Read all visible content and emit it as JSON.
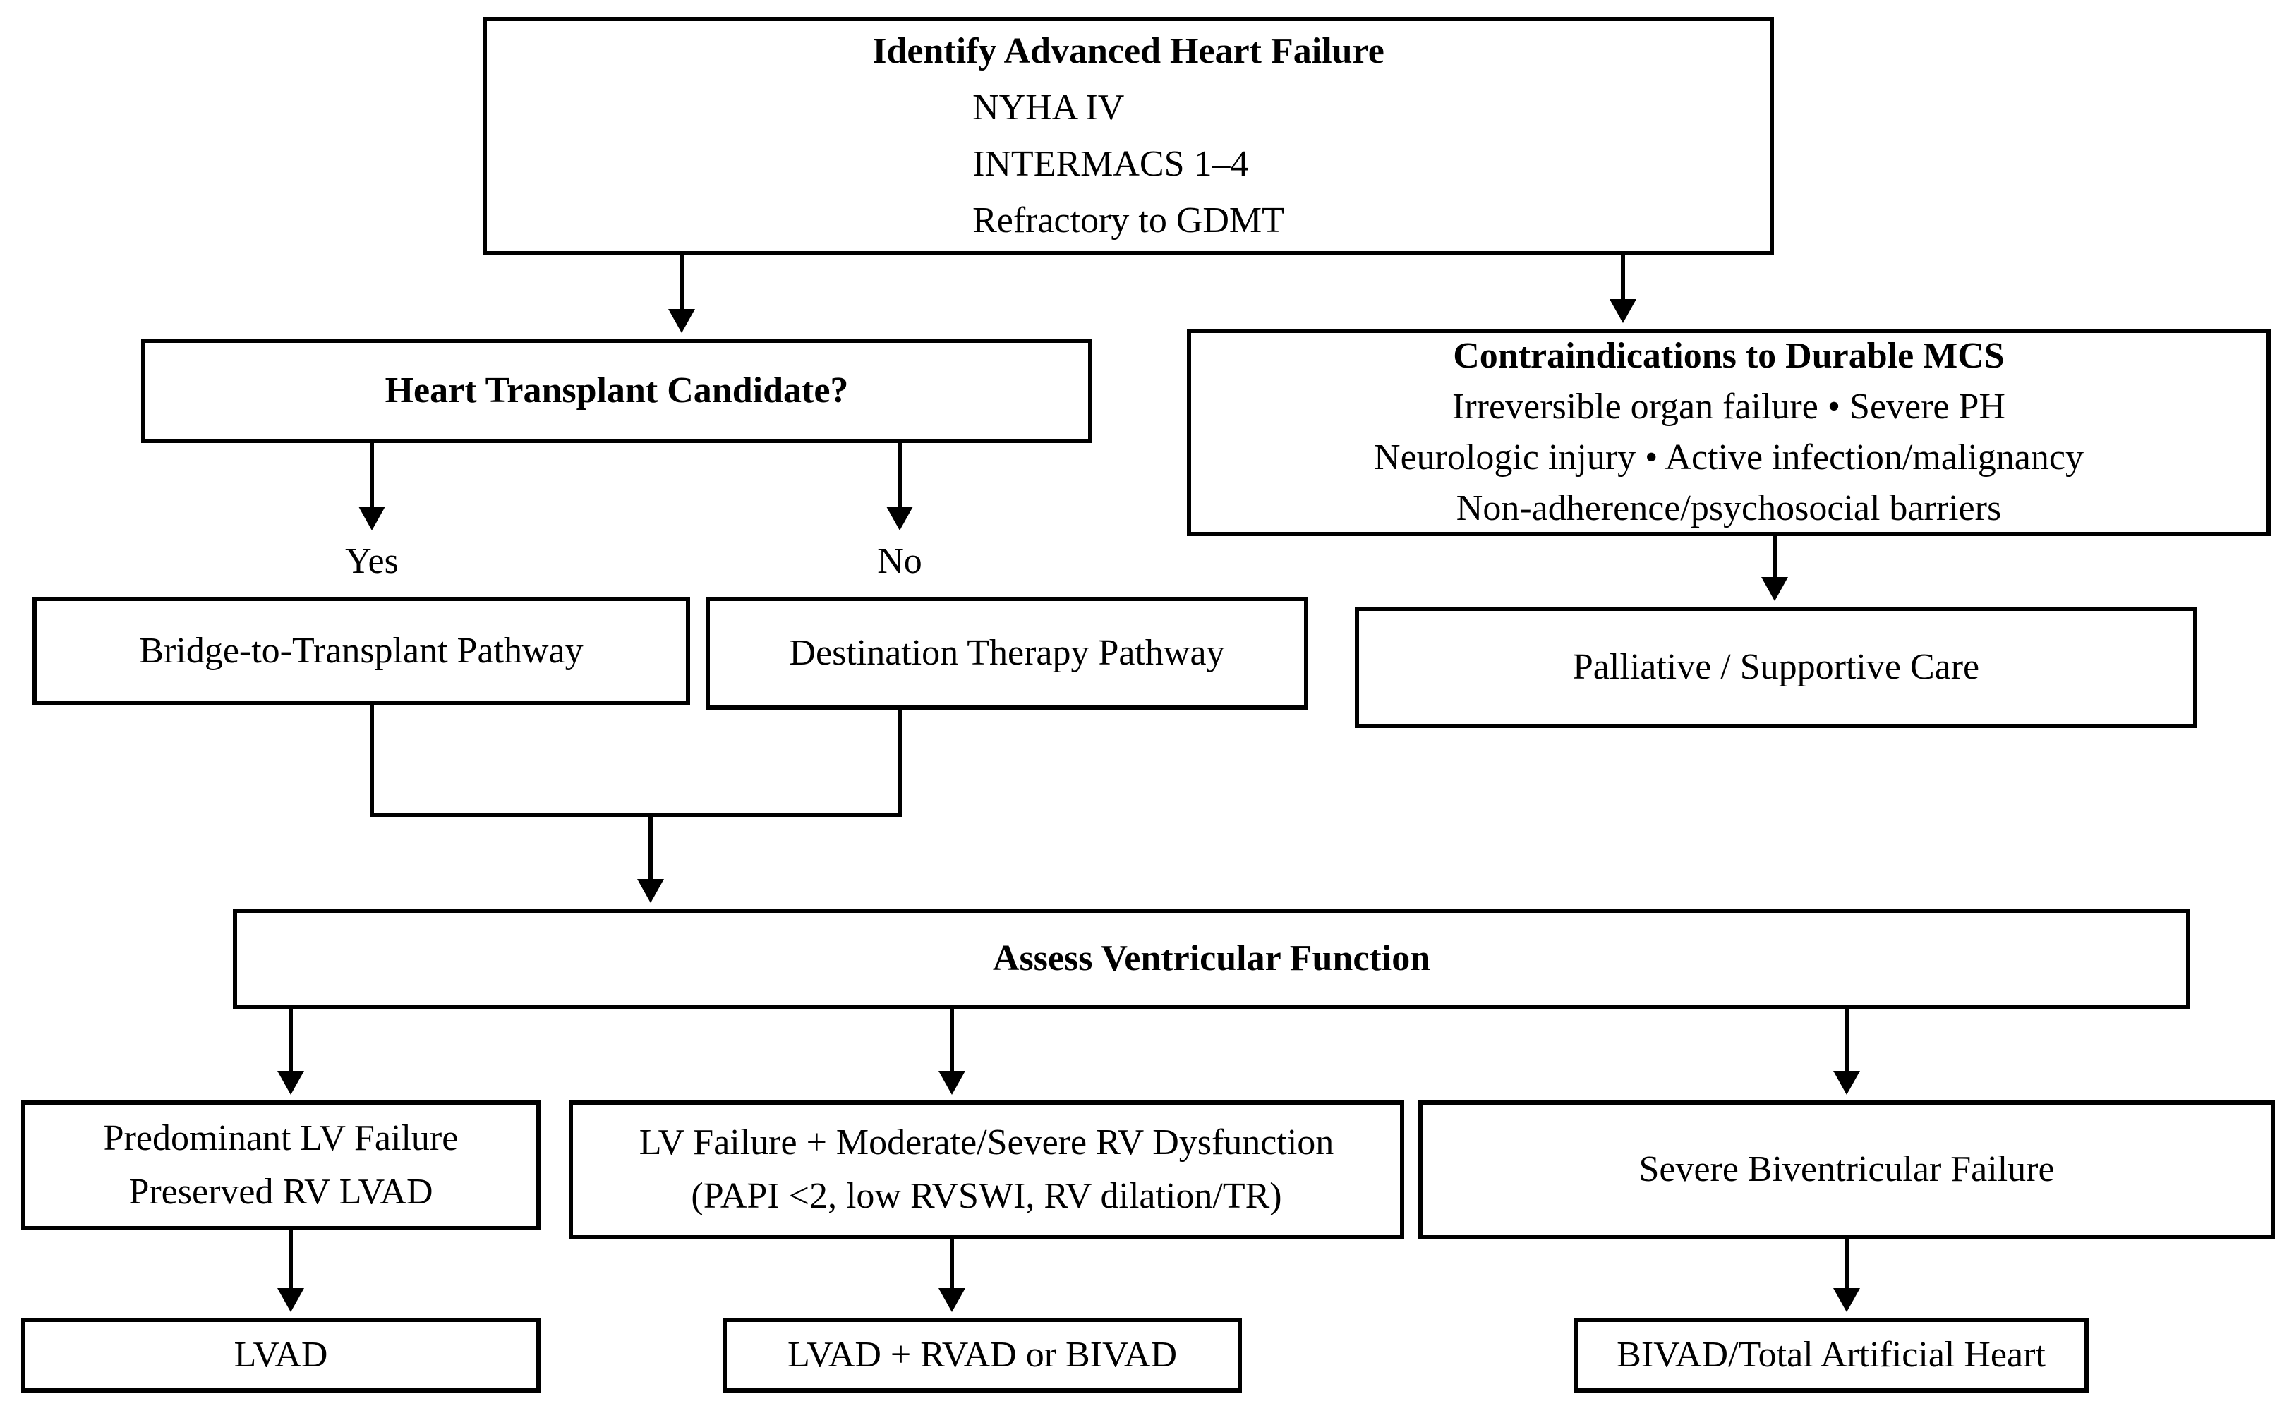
{
  "nodes": {
    "identify": {
      "title": "Identify Advanced Heart Failure",
      "lines": [
        "NYHA IV",
        "INTERMACS 1–4",
        "Refractory to GDMT"
      ]
    },
    "transplant_candidate": {
      "title": "Heart Transplant Candidate?"
    },
    "contraindications": {
      "title": "Contraindications to Durable MCS",
      "lines": [
        "Irreversible organ failure • Severe PH",
        "Neurologic injury • Active infection/malignancy",
        "Non-adherence/psychosocial barriers"
      ]
    },
    "bridge_to_transplant": {
      "label": "Bridge-to-Transplant Pathway"
    },
    "destination_therapy": {
      "label": "Destination Therapy Pathway"
    },
    "palliative": {
      "label": "Palliative / Supportive Care"
    },
    "assess": {
      "title": "Assess Ventricular Function"
    },
    "predominant_lv": {
      "lines": [
        "Predominant LV Failure",
        "Preserved RV LVAD"
      ]
    },
    "lv_plus_rv": {
      "lines": [
        "LV Failure + Moderate/Severe RV Dysfunction",
        "(PAPI <2, low RVSWI, RV dilation/TR)"
      ]
    },
    "biventricular": {
      "label": "Severe Biventricular Failure"
    },
    "lvad": {
      "label": "LVAD"
    },
    "lvad_rvad": {
      "label": "LVAD + RVAD or BIVAD"
    },
    "bivad_tah": {
      "label": "BIVAD/Total Artificial Heart"
    }
  },
  "edges": {
    "yes_label": "Yes",
    "no_label": "No"
  },
  "colors": {
    "background": "#ffffff",
    "box_border": "#000000",
    "text": "#000000"
  }
}
